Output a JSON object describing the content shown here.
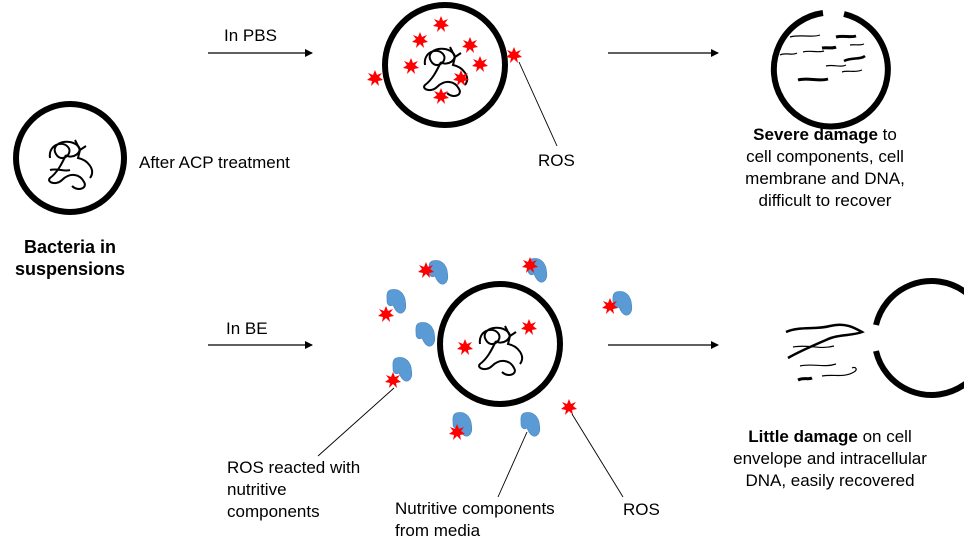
{
  "labels": {
    "in_pbs": "In PBS",
    "in_be": "In BE",
    "after_acp": "After ACP treatment",
    "ros_top": "ROS",
    "ros_bottom": "ROS",
    "bacteria_line1": "Bacteria in",
    "bacteria_line2": "suspensions",
    "ros_reacted_line1": "ROS reacted with",
    "ros_reacted_line2": "nutritive",
    "ros_reacted_line3": "components",
    "nutritive_line1": "Nutritive components",
    "nutritive_line2": "from media"
  },
  "outcomes": {
    "severe": {
      "bold": "Severe damage",
      "rest": " to",
      "line2": "cell components, cell",
      "line3": "membrane and DNA,",
      "line4": "difficult to recover"
    },
    "little": {
      "bold": "Little damage",
      "rest": " on cell",
      "line2": "envelope and intracellular",
      "line3": "DNA, easily recovered"
    }
  },
  "colors": {
    "ros": "#ff0000",
    "nutrient": "#5b9bd5",
    "outline": "#000000"
  }
}
